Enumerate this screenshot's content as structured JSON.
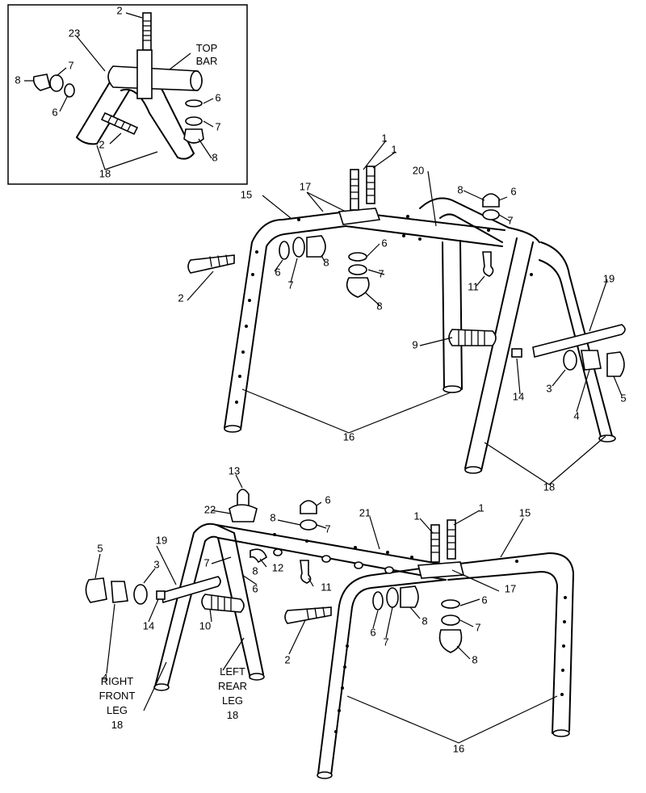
{
  "inset": {
    "label_top_bar": "TOP",
    "label_top_bar_2": "BAR",
    "labels": {
      "n23": "23",
      "n2a": "2",
      "n2b": "2",
      "n7a": "7",
      "n8a": "8",
      "n6a": "6",
      "n6b": "6",
      "n7b": "7",
      "n8b": "8",
      "n18": "18"
    }
  },
  "upper_frame": {
    "labels": {
      "n1a": "1",
      "n1b": "1",
      "n17": "17",
      "n20": "20",
      "n15": "15",
      "n8c": "8",
      "n6c": "6",
      "n7c": "7",
      "n2": "2",
      "n6d": "6",
      "n7d": "7",
      "n8d": "8",
      "n6e": "6",
      "n7e": "7",
      "n8e": "8",
      "n11": "11",
      "n19": "19",
      "n9": "9",
      "n3": "3",
      "n4": "4",
      "n5": "5",
      "n14": "14",
      "n16": "16",
      "n18": "18"
    }
  },
  "lower_frame": {
    "labels": {
      "n13": "13",
      "n22": "22",
      "n6f": "6",
      "n8f": "8",
      "n7f": "7",
      "n21": "21",
      "n1c": "1",
      "n1d": "1",
      "n15": "15",
      "n5": "5",
      "n19": "19",
      "n3": "3",
      "n7g": "7",
      "n8g": "8",
      "n12": "12",
      "n6g": "6",
      "n11": "11",
      "n17": "17",
      "n4": "4",
      "n14": "14",
      "n10": "10",
      "n2": "2",
      "n6h": "6",
      "n7h": "7",
      "n8h": "8",
      "n6i": "6",
      "n7i": "7",
      "n8i": "8",
      "n16": "16"
    },
    "right_front_leg": [
      "RIGHT",
      "FRONT",
      "LEG",
      "18"
    ],
    "left_rear_leg": [
      "LEFT",
      "REAR",
      "LEG",
      "18"
    ]
  }
}
